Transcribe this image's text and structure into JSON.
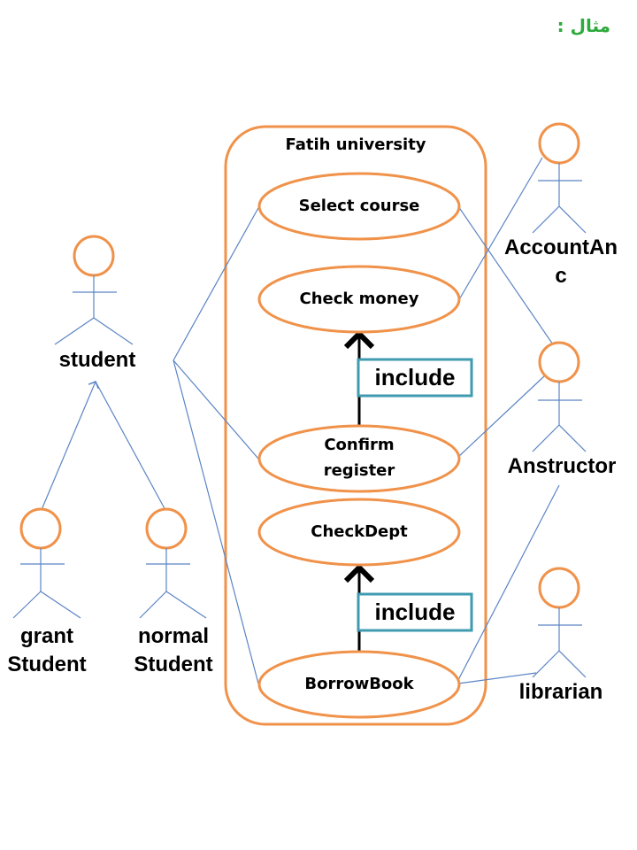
{
  "heading": "مثال :",
  "system": {
    "name": "Fatih university"
  },
  "use_cases": {
    "select_course": "Select course",
    "check_money": "Check money",
    "confirm_register_line1": "Confirm",
    "confirm_register_line2": "register",
    "check_dept": "CheckDept",
    "borrow_book": "BorrowBook"
  },
  "actors": {
    "student": "student",
    "grant_student_line1": "grant",
    "grant_student_line2": "Student",
    "normal_student_line1": "normal",
    "normal_student_line2": "Student",
    "accountant_line1": "AccountAn",
    "accountant_line2": "c",
    "instructor": "Anstructor",
    "librarian": "librarian"
  },
  "relations": {
    "include_upper": "include",
    "include_lower": "include"
  },
  "colors": {
    "orange": "#f0924a",
    "blue": "#5b84c4",
    "teal_box": "#3f9bb0",
    "arabic_green": "#2eaa3c"
  }
}
